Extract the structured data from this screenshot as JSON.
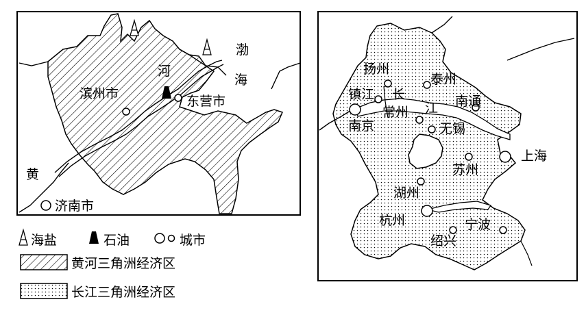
{
  "map_left": {
    "labels": {
      "bohai_1": "渤",
      "bohai_2": "海",
      "he": "河",
      "binzhou": "滨州市",
      "dongying": "东营市",
      "huang": "黄",
      "jinan": "济南市"
    }
  },
  "map_right": {
    "labels": {
      "yangzhou": "扬州",
      "taizhou": "泰州",
      "zhenjiang": "镇江",
      "chang": "长",
      "changzhou": "常州",
      "jiang": "江",
      "nantong": "南通",
      "nanjing": "南京",
      "wuxi": "无锡",
      "shanghai": "上海",
      "suzhou": "苏州",
      "huzhou": "湖州",
      "hangzhou": "杭州",
      "ningbo": "宁波",
      "shaoxing": "绍兴"
    }
  },
  "legend": {
    "sea_salt": "海盐",
    "petroleum": "石油",
    "city": "城市",
    "yellow_river_zone": "黄河三角洲经济区",
    "yangtze_zone": "长江三角洲经济区"
  }
}
